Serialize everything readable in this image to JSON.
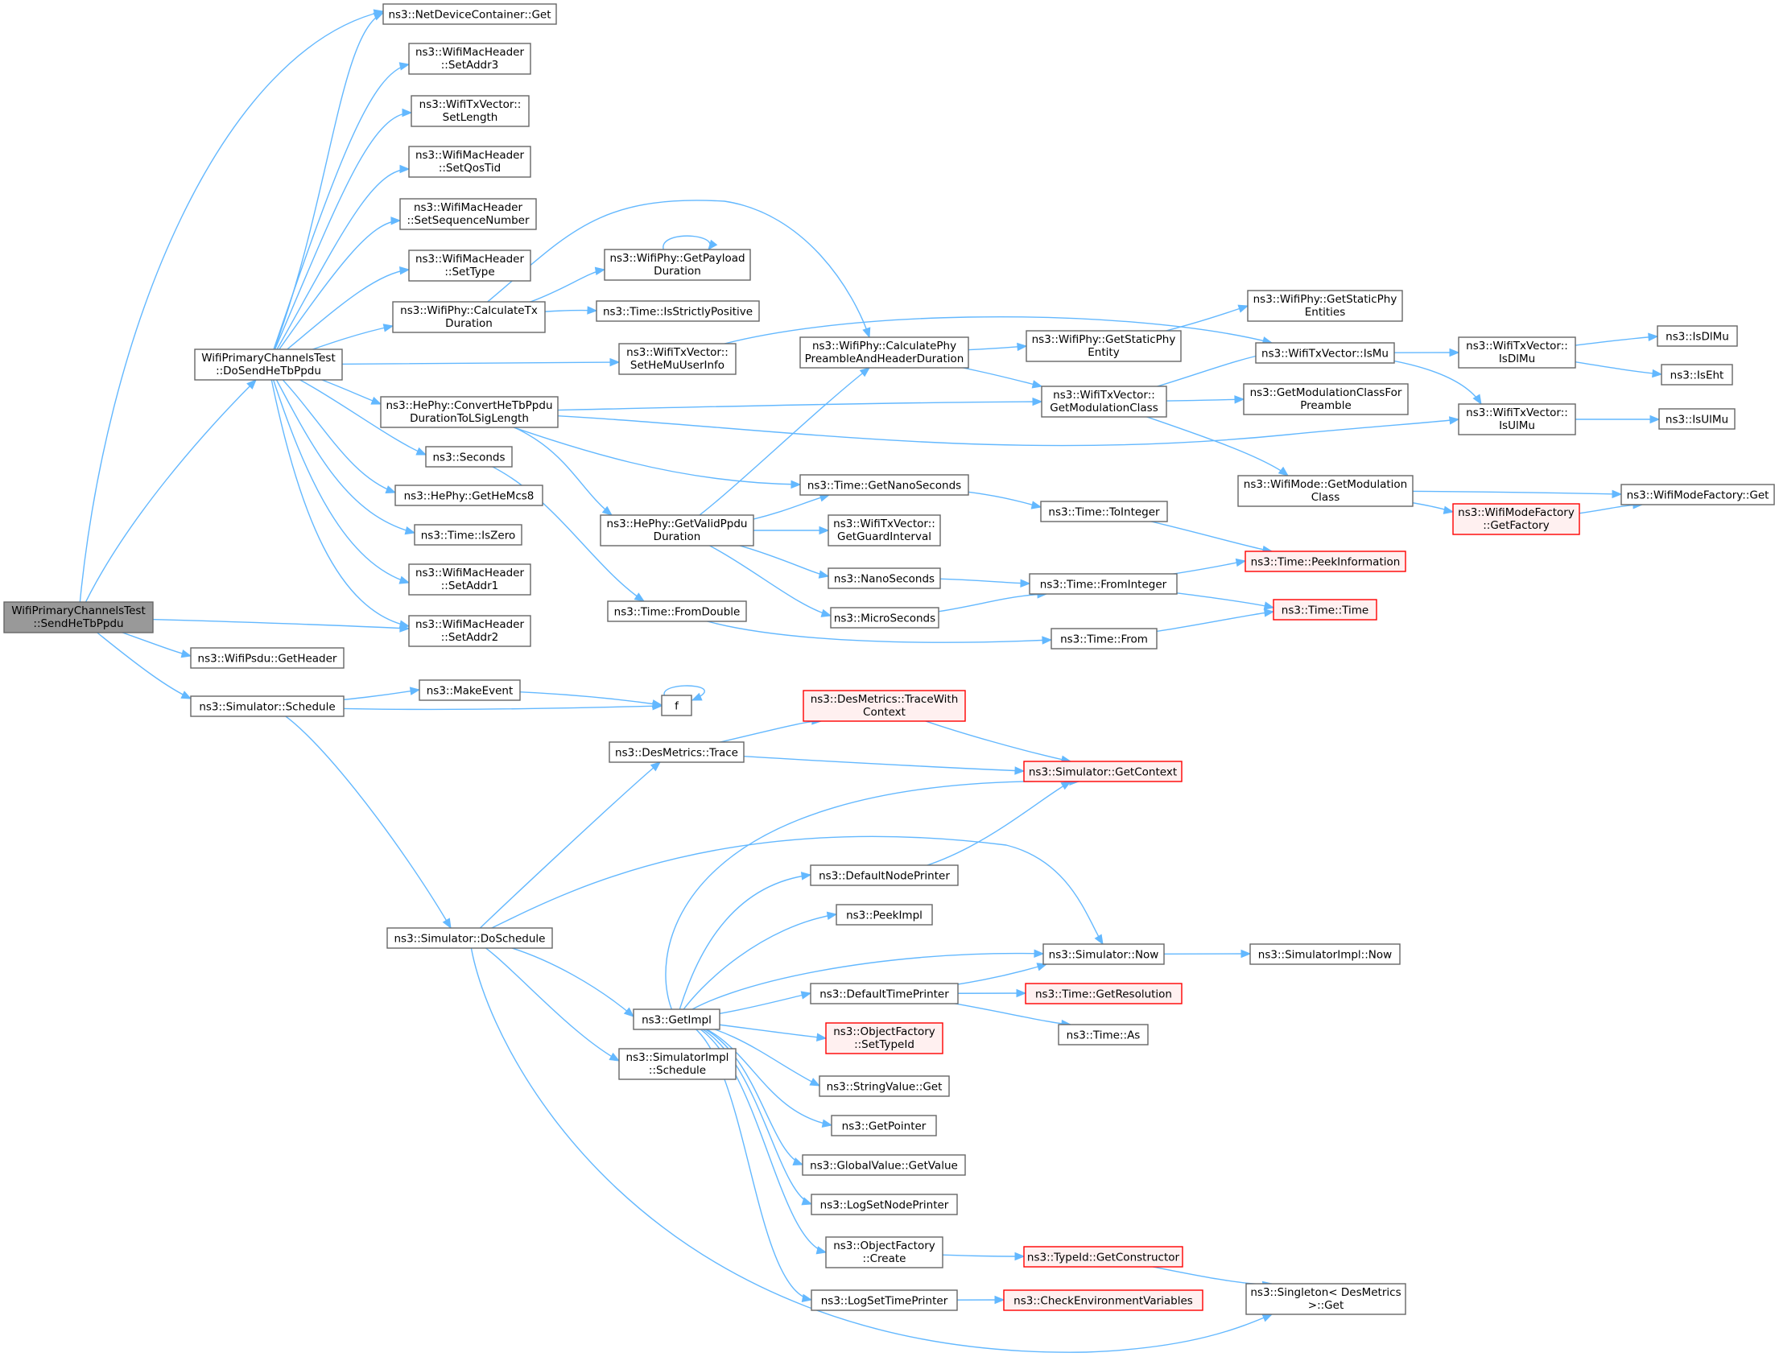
{
  "colors": {
    "edge": "#63b8ff",
    "root_fill": "#999999",
    "node_fill": "#ffffff",
    "node_border": "#666666",
    "truncated_border": "#ff0000",
    "truncated_fill": "#fff0f0"
  },
  "nodes": [
    {
      "id": "root",
      "lines": [
        "WifiPrimaryChannelsTest",
        "::SendHeTbPpdu"
      ],
      "style": "root"
    },
    {
      "id": "doSend",
      "lines": [
        "WifiPrimaryChannelsTest",
        "::DoSendHeTbPpdu"
      ]
    },
    {
      "id": "ndcGet",
      "lines": [
        "ns3::NetDeviceContainer::Get"
      ]
    },
    {
      "id": "setAddr3",
      "lines": [
        "ns3::WifiMacHeader",
        "::SetAddr3"
      ]
    },
    {
      "id": "setLength",
      "lines": [
        "ns3::WifiTxVector::",
        "SetLength"
      ]
    },
    {
      "id": "setQosTid",
      "lines": [
        "ns3::WifiMacHeader",
        "::SetQosTid"
      ]
    },
    {
      "id": "setSeq",
      "lines": [
        "ns3::WifiMacHeader",
        "::SetSequenceNumber"
      ]
    },
    {
      "id": "setType",
      "lines": [
        "ns3::WifiMacHeader",
        "::SetType"
      ]
    },
    {
      "id": "calcTx",
      "lines": [
        "ns3::WifiPhy::CalculateTx",
        "Duration"
      ]
    },
    {
      "id": "payload",
      "lines": [
        "ns3::WifiPhy::GetPayload",
        "Duration"
      ]
    },
    {
      "id": "strictPos",
      "lines": [
        "ns3::Time::IsStrictlyPositive"
      ]
    },
    {
      "id": "setHeMu",
      "lines": [
        "ns3::WifiTxVector::",
        "SetHeMuUserInfo"
      ]
    },
    {
      "id": "calcPre",
      "lines": [
        "ns3::WifiPhy::CalculatePhy",
        "PreambleAndHeaderDuration"
      ]
    },
    {
      "id": "staticEnt",
      "lines": [
        "ns3::WifiPhy::GetStaticPhy",
        "Entity"
      ]
    },
    {
      "id": "staticEnts",
      "lines": [
        "ns3::WifiPhy::GetStaticPhy",
        "Entities"
      ]
    },
    {
      "id": "isMu",
      "lines": [
        "ns3::WifiTxVector::IsMu"
      ]
    },
    {
      "id": "isDlMu",
      "lines": [
        "ns3::WifiTxVector::",
        "IsDlMu"
      ]
    },
    {
      "id": "nsIsDlMu",
      "lines": [
        "ns3::IsDlMu"
      ]
    },
    {
      "id": "nsIsEht",
      "lines": [
        "ns3::IsEht"
      ]
    },
    {
      "id": "isUlMu",
      "lines": [
        "ns3::WifiTxVector::",
        "IsUlMu"
      ]
    },
    {
      "id": "nsIsUlMu",
      "lines": [
        "ns3::IsUlMu"
      ]
    },
    {
      "id": "convert",
      "lines": [
        "ns3::HePhy::ConvertHeTbPpdu",
        "DurationToLSigLength"
      ]
    },
    {
      "id": "getModClass",
      "lines": [
        "ns3::WifiTxVector::",
        "GetModulationClass"
      ]
    },
    {
      "id": "modClassPre",
      "lines": [
        "ns3::GetModulationClassFor",
        "Preamble"
      ]
    },
    {
      "id": "wmGetModClass",
      "lines": [
        "ns3::WifiMode::GetModulation",
        "Class"
      ]
    },
    {
      "id": "wmfGet",
      "lines": [
        "ns3::WifiModeFactory::Get"
      ]
    },
    {
      "id": "wmfGetFactory",
      "lines": [
        "ns3::WifiModeFactory",
        "::GetFactory"
      ],
      "style": "trunc"
    },
    {
      "id": "seconds",
      "lines": [
        "ns3::Seconds"
      ]
    },
    {
      "id": "getHeMcs8",
      "lines": [
        "ns3::HePhy::GetHeMcs8"
      ]
    },
    {
      "id": "isZero",
      "lines": [
        "ns3::Time::IsZero"
      ]
    },
    {
      "id": "setAddr1",
      "lines": [
        "ns3::WifiMacHeader",
        "::SetAddr1"
      ]
    },
    {
      "id": "setAddr2",
      "lines": [
        "ns3::WifiMacHeader",
        "::SetAddr2"
      ]
    },
    {
      "id": "getValid",
      "lines": [
        "ns3::HePhy::GetValidPpdu",
        "Duration"
      ]
    },
    {
      "id": "getNano",
      "lines": [
        "ns3::Time::GetNanoSeconds"
      ]
    },
    {
      "id": "toInteger",
      "lines": [
        "ns3::Time::ToInteger"
      ]
    },
    {
      "id": "guard",
      "lines": [
        "ns3::WifiTxVector::",
        "GetGuardInterval"
      ]
    },
    {
      "id": "nanoSec",
      "lines": [
        "ns3::NanoSeconds"
      ]
    },
    {
      "id": "microSec",
      "lines": [
        "ns3::MicroSeconds"
      ]
    },
    {
      "id": "fromInt",
      "lines": [
        "ns3::Time::FromInteger"
      ]
    },
    {
      "id": "peekInfo",
      "lines": [
        "ns3::Time::PeekInformation"
      ],
      "style": "trunc"
    },
    {
      "id": "timeTime",
      "lines": [
        "ns3::Time::Time"
      ],
      "style": "trunc"
    },
    {
      "id": "fromDouble",
      "lines": [
        "ns3::Time::FromDouble"
      ]
    },
    {
      "id": "timeFrom",
      "lines": [
        "ns3::Time::From"
      ]
    },
    {
      "id": "psduHdr",
      "lines": [
        "ns3::WifiPsdu::GetHeader"
      ]
    },
    {
      "id": "schedule",
      "lines": [
        "ns3::Simulator::Schedule"
      ]
    },
    {
      "id": "makeEvent",
      "lines": [
        "ns3::MakeEvent"
      ]
    },
    {
      "id": "f",
      "lines": [
        "f"
      ]
    },
    {
      "id": "traceCtx",
      "lines": [
        "ns3::DesMetrics::TraceWith",
        "Context"
      ],
      "style": "trunc"
    },
    {
      "id": "trace",
      "lines": [
        "ns3::DesMetrics::Trace"
      ]
    },
    {
      "id": "getCtx",
      "lines": [
        "ns3::Simulator::GetContext"
      ],
      "style": "trunc"
    },
    {
      "id": "defNode",
      "lines": [
        "ns3::DefaultNodePrinter"
      ]
    },
    {
      "id": "peekImpl",
      "lines": [
        "ns3::PeekImpl"
      ]
    },
    {
      "id": "doSched",
      "lines": [
        "ns3::Simulator::DoSchedule"
      ]
    },
    {
      "id": "simNow",
      "lines": [
        "ns3::Simulator::Now"
      ]
    },
    {
      "id": "implNow",
      "lines": [
        "ns3::SimulatorImpl::Now"
      ]
    },
    {
      "id": "defTime",
      "lines": [
        "ns3::DefaultTimePrinter"
      ]
    },
    {
      "id": "getRes",
      "lines": [
        "ns3::Time::GetResolution"
      ],
      "style": "trunc"
    },
    {
      "id": "getImpl",
      "lines": [
        "ns3::GetImpl"
      ]
    },
    {
      "id": "timeAs",
      "lines": [
        "ns3::Time::As"
      ]
    },
    {
      "id": "setTypeId",
      "lines": [
        "ns3::ObjectFactory",
        "::SetTypeId"
      ],
      "style": "trunc"
    },
    {
      "id": "implSched",
      "lines": [
        "ns3::SimulatorImpl",
        "::Schedule"
      ]
    },
    {
      "id": "strGet",
      "lines": [
        "ns3::StringValue::Get"
      ]
    },
    {
      "id": "getPointer",
      "lines": [
        "ns3::GetPointer"
      ]
    },
    {
      "id": "gvGet",
      "lines": [
        "ns3::GlobalValue::GetValue"
      ]
    },
    {
      "id": "logNode",
      "lines": [
        "ns3::LogSetNodePrinter"
      ]
    },
    {
      "id": "ofCreate",
      "lines": [
        "ns3::ObjectFactory",
        "::Create"
      ]
    },
    {
      "id": "getCtor",
      "lines": [
        "ns3::TypeId::GetConstructor"
      ],
      "style": "trunc"
    },
    {
      "id": "singleton",
      "lines": [
        "ns3::Singleton< DesMetrics",
        ">::Get"
      ]
    },
    {
      "id": "logTime",
      "lines": [
        "ns3::LogSetTimePrinter"
      ]
    },
    {
      "id": "checkEnv",
      "lines": [
        "ns3::CheckEnvironmentVariables"
      ],
      "style": "trunc"
    }
  ]
}
